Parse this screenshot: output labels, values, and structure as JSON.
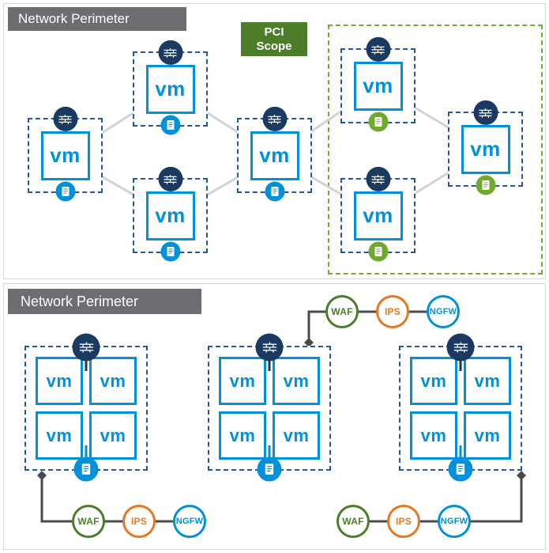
{
  "panels": {
    "top": {
      "title": "Network Perimeter"
    },
    "bottom": {
      "title": "Network Perimeter"
    }
  },
  "pci": {
    "line1": "PCI",
    "line2": "Scope"
  },
  "labels": {
    "vm": "vm"
  },
  "services": {
    "waf": "WAF",
    "ips": "IPS",
    "ngfw": "NGFW"
  },
  "colors": {
    "header_gray": "#6d6e71",
    "vm_blue": "#0091da",
    "dashed_blue": "#2257a4",
    "navy_badge": "#1b3a61",
    "pci_green_fill": "#4c7d2b",
    "pci_green_dash": "#76a832",
    "badge_green": "#6faa2c",
    "ips_orange": "#e87722",
    "mesh_line_gray": "#d1d3d4",
    "chain_line_dark": "#4a4a4c"
  }
}
